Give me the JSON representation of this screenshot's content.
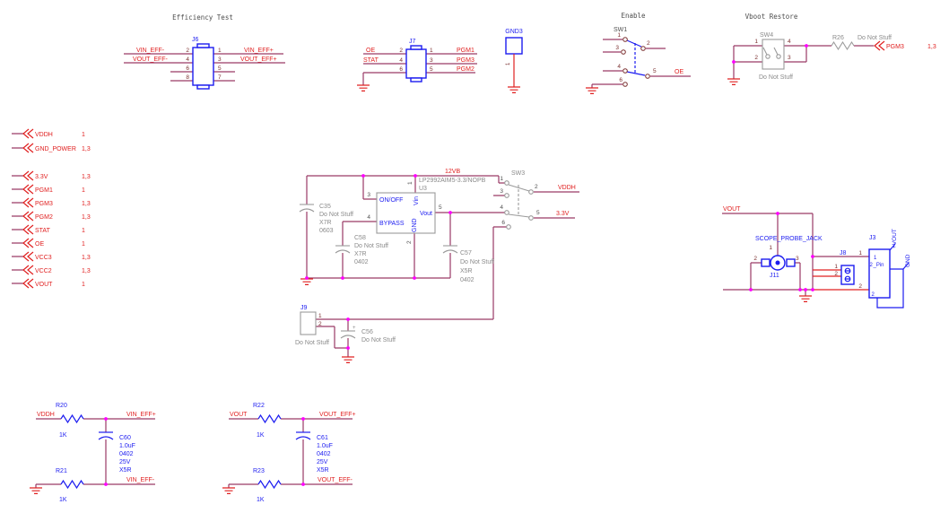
{
  "titles": {
    "efficiency": "Efficiency Test",
    "enable": "Enable",
    "vboot": "Vboot Restore"
  },
  "colors": {
    "wire": "#9a3a66",
    "red": "#e02020",
    "blue": "#1c1cf0",
    "gray": "#8a8a8a",
    "junction": "#ff00ff"
  },
  "j6": {
    "ref": "J6",
    "p1": "1",
    "p2": "2",
    "p3": "3",
    "p4": "4",
    "p5": "5",
    "p6": "6",
    "p7": "7",
    "p8": "8",
    "vin_m": "VIN_EFF-",
    "vout_m": "VOUT_EFF-",
    "vin_p": "VIN_EFF+",
    "vout_p": "VOUT_EFF+"
  },
  "j7": {
    "ref": "J7",
    "p1": "1",
    "p2": "2",
    "p3": "3",
    "p4": "4",
    "p5": "5",
    "p6": "6",
    "oe": "OE",
    "stat": "STAT",
    "pgm1": "PGM1",
    "pgm3": "PGM3",
    "pgm2": "PGM2"
  },
  "gnd3": {
    "ref": "GND3",
    "p1": "1"
  },
  "sw1": {
    "ref": "SW1",
    "p1": "1",
    "p2": "2",
    "p3": "3",
    "p4": "4",
    "p5": "5",
    "p6": "6",
    "oe": "OE"
  },
  "sw4": {
    "ref": "SW4",
    "p1": "1",
    "p2": "2",
    "p3": "3",
    "p4": "4",
    "dns": "Do Not Stuff"
  },
  "r26": {
    "ref": "R26",
    "dns": "Do Not Stuff"
  },
  "pgm3_flag": {
    "net": "PGM3",
    "pages": "1,3"
  },
  "left_flags": [
    {
      "net": "VDDH",
      "pages": "1"
    },
    {
      "net": "GND_POWER",
      "pages": "1,3"
    },
    {
      "net": "3.3V",
      "pages": "1,3"
    },
    {
      "net": "PGM1",
      "pages": "1"
    },
    {
      "net": "PGM3",
      "pages": "1,3"
    },
    {
      "net": "PGM2",
      "pages": "1,3"
    },
    {
      "net": "STAT",
      "pages": "1"
    },
    {
      "net": "OE",
      "pages": "1"
    },
    {
      "net": "VCC3",
      "pages": "1,3"
    },
    {
      "net": "VCC2",
      "pages": "1,3"
    },
    {
      "net": "VOUT",
      "pages": "1"
    }
  ],
  "u3": {
    "ref": "U3",
    "part": "LP2992AIM5-3.3/NOPB",
    "net": "12VB",
    "onoff": "ON/OFF",
    "bypass": "BYPASS",
    "vin": "Vin",
    "gnd": "GND",
    "vout": "Vout",
    "p1": "1",
    "p2": "2",
    "p3": "3",
    "p4": "4",
    "p5": "5"
  },
  "c35": {
    "ref": "C35",
    "dns": "Do Not Stuff",
    "diel": "X7R",
    "size": "0603"
  },
  "c58": {
    "ref": "C58",
    "dns": "Do Not Stuff",
    "diel": "X7R",
    "size": "0402"
  },
  "c57": {
    "ref": "C57",
    "dns": "Do Not Stuff",
    "diel": "X5R",
    "size": "0402"
  },
  "sw3": {
    "ref": "SW3",
    "p1": "1",
    "p2": "2",
    "p3": "3",
    "p4": "4",
    "p5": "5",
    "p6": "6",
    "vddh": "VDDH",
    "v33": "3.3V"
  },
  "j9": {
    "ref": "J9",
    "p1": "1",
    "p2": "2",
    "dns": "Do Not Stuff"
  },
  "c56": {
    "ref": "C56",
    "dns": "Do Not Stuff",
    "plus": "+"
  },
  "vout_net": "VOUT",
  "scope": {
    "label": "SCOPE_PROBE_JACK"
  },
  "j11": {
    "ref": "J11",
    "p1": "1",
    "p2": "2",
    "p3": "3"
  },
  "j8": {
    "ref": "J8",
    "p1": "1",
    "p2": "2"
  },
  "j3": {
    "ref": "J3",
    "p1": "1",
    "p2": "2",
    "in1": "1",
    "in2": "2",
    "pin_name": "_Pin",
    "in_bot": "2",
    "flag_vout": "+VOUT",
    "flag_gnd": "GND"
  },
  "block_vin": {
    "r_top": "R20",
    "r_top_val": "1K",
    "r_bot": "R21",
    "r_bot_val": "1K",
    "cap": "C60",
    "cap_val": "1.0uF",
    "cap_size": "0402",
    "cap_volt": "25V",
    "cap_diel": "X5R",
    "net_in": "VDDH",
    "net_p": "VIN_EFF+",
    "net_m": "VIN_EFF-"
  },
  "block_vout": {
    "r_top": "R22",
    "r_top_val": "1K",
    "r_bot": "R23",
    "r_bot_val": "1K",
    "cap": "C61",
    "cap_val": "1.0uF",
    "cap_size": "0402",
    "cap_volt": "25V",
    "cap_diel": "X5R",
    "net_in": "VOUT",
    "net_p": "VOUT_EFF+",
    "net_m": "VOUT_EFF-"
  }
}
